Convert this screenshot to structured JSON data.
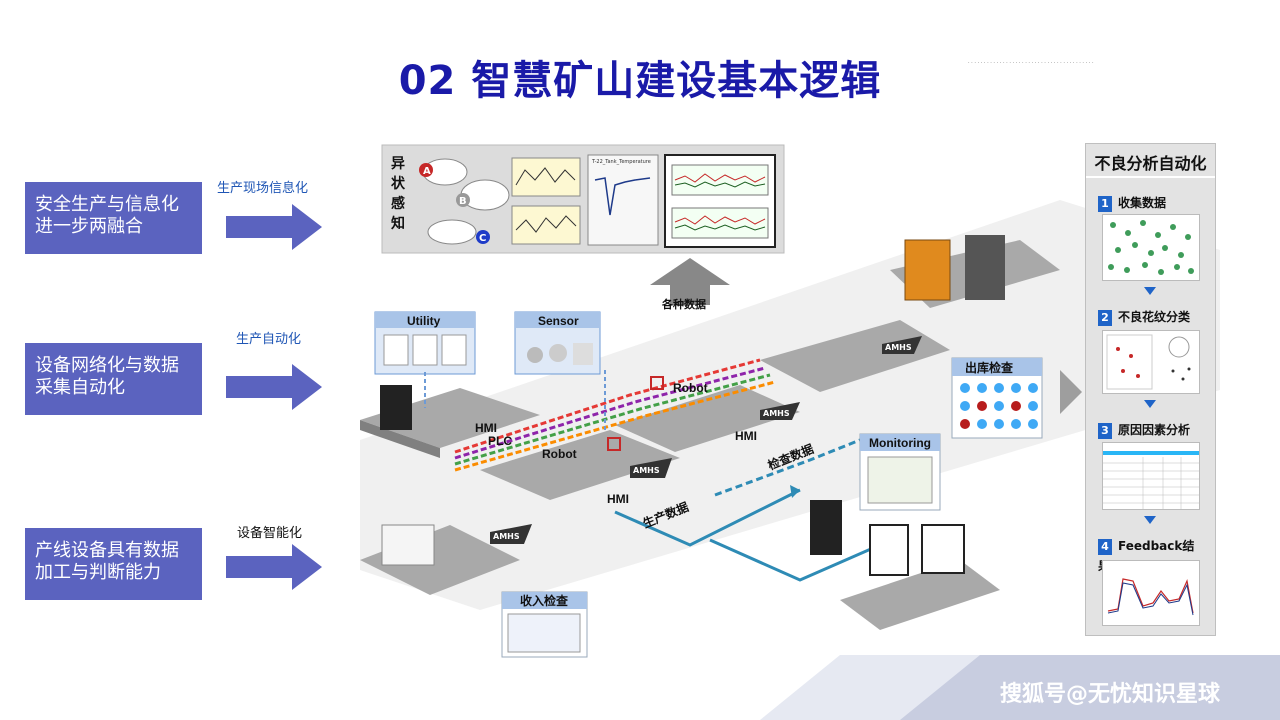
{
  "title": "02 智慧矿山建设基本逻辑",
  "left_boxes": [
    {
      "text": "安全生产与信息化进一步两融合",
      "small_label": "生产现场信息化"
    },
    {
      "text": "设备网络化与数据采集自动化",
      "small_label": "生产自动化"
    },
    {
      "text": "产线设备具有数据加工与判断能力",
      "small_label": "设备智能化"
    }
  ],
  "diagram": {
    "anomaly_label": "异状感知",
    "various_data": "各种数据",
    "utility": "Utility",
    "sensor": "Sensor",
    "robot1": "Robot",
    "robot2": "Robot",
    "hmi1": "HMI",
    "plc": "PLC",
    "hmi2": "HMI",
    "hmi3": "HMI",
    "amhs1": "AMHS",
    "amhs2": "AMHS",
    "amhs3": "AMHS",
    "amhs4": "AMHS",
    "outbound": "出库检查",
    "inspection_data": "检查数据",
    "production_data": "生产数据",
    "monitoring": "Monitoring",
    "inbound": "收入检查",
    "node_a": "A",
    "node_b": "B",
    "node_c": "C",
    "chart_title": "T-22_Tank_Temperature"
  },
  "sidebar": {
    "title": "不良分析自动化",
    "steps": [
      {
        "num": "1",
        "label": "收集数据"
      },
      {
        "num": "2",
        "label": "不良花纹分类"
      },
      {
        "num": "3",
        "label": "原因因素分析"
      },
      {
        "num": "4",
        "label": "Feedback结果"
      }
    ]
  },
  "watermark": "搜狐号@无忧知识星球",
  "colors": {
    "title": "#1a1aa8",
    "box": "#5b63bf",
    "accent": "#1f64c8"
  }
}
